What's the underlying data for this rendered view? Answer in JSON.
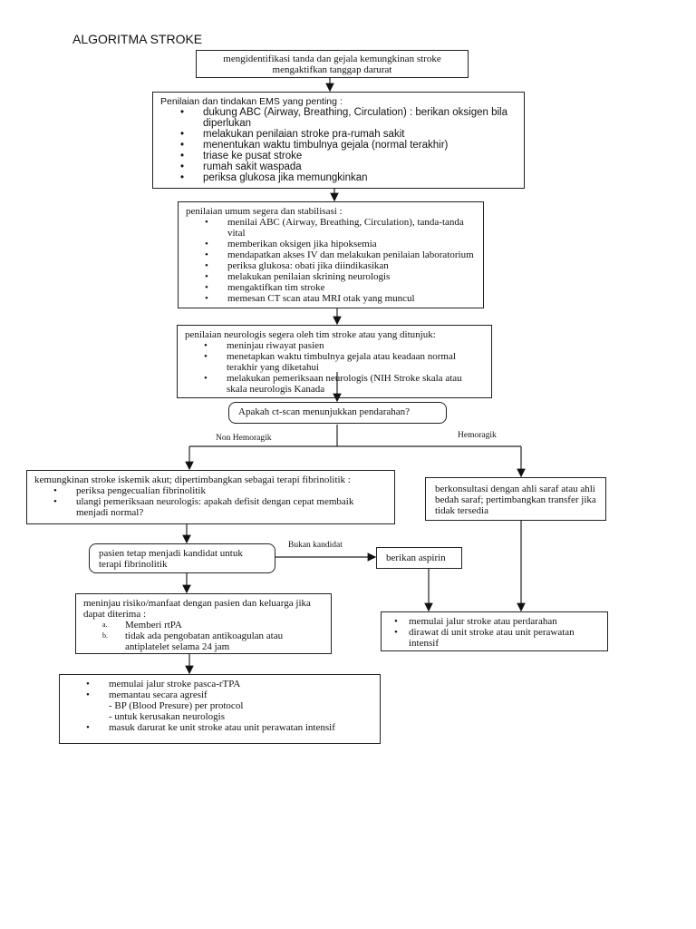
{
  "title": "ALGORITMA STROKE",
  "box1": {
    "lines": [
      "mengidentifikasi tanda dan gejala kemungkinan stroke",
      "mengaktifkan tanggap darurat"
    ]
  },
  "box2": {
    "intro": "Penilaian dan tindakan EMS yang penting :",
    "items": [
      "dukung ABC (Airway, Breathing, Circulation)  : berikan oksigen bila diperlukan",
      "melakukan penilaian stroke pra-rumah sakit",
      "menentukan waktu timbulnya gejala (normal terakhir)",
      "triase ke pusat stroke",
      "rumah sakit waspada",
      "periksa glukosa jika memungkinkan"
    ]
  },
  "box3": {
    "intro": "penilaian umum segera dan stabilisasi :",
    "items": [
      "menilai ABC (Airway, Breathing, Circulation), tanda-tanda vital",
      "memberikan oksigen jika hipoksemia",
      "mendapatkan akses IV dan melakukan penilaian laboratorium",
      "periksa glukosa: obati jika diindikasikan",
      "melakukan penilaian skrining neurologis",
      "mengaktifkan tim stroke",
      "memesan CT scan atau MRI otak yang muncul"
    ]
  },
  "box4": {
    "intro": "penilaian neurologis segera oleh tim stroke atau yang ditunjuk:",
    "items": [
      "meninjau riwayat pasien",
      "menetapkan waktu timbulnya gejala atau keadaan normal terakhir yang diketahui",
      "melakukan pemeriksaan neurologis (NIH Stroke skala atau skala neurologis Kanada"
    ]
  },
  "decision": "Apakah ct-scan menunjukkan pendarahan?",
  "labels": {
    "non_hemoragik": "Non Hemoragik",
    "hemoragik": "Hemoragik",
    "bukan_kandidat": "Bukan kandidat"
  },
  "box6": {
    "intro": "kemungkinan stroke iskemik akut; dipertimbangkan sebagai terapi fibrinolitik :",
    "items": [
      "periksa pengecualian fibrinolitik",
      "ulangi pemeriksaan neurologis: apakah defisit dengan cepat membaik menjadi normal?"
    ]
  },
  "box7": {
    "text": "berkonsultasi dengan ahli saraf atau ahli bedah saraf; pertimbangkan transfer jika tidak tersedia"
  },
  "box8": {
    "text": "pasien tetap menjadi kandidat untuk terapi fibrinolitik"
  },
  "box9": {
    "text": "berikan aspirin"
  },
  "box10": {
    "items": [
      "memulai jalur stroke atau perdarahan",
      "dirawat di unit stroke atau unit perawatan intensif"
    ]
  },
  "box11": {
    "intro": "meninjau risiko/manfaat dengan pasien dan keluarga jika dapat diterima :",
    "items": [
      {
        "marker": "a.",
        "text": "Memberi rtPA"
      },
      {
        "marker": "b.",
        "text": "tidak ada pengobatan antikoagulan atau antiplatelet selama 24 jam"
      }
    ]
  },
  "box12": {
    "lines": [
      "memulai jalur stroke pasca-rTPA",
      "memantau secara agresif",
      "- BP (Blood Presure) per protocol",
      "- untuk kerusakan neurologis",
      "masuk darurat ke unit stroke atau unit perawatan intensif"
    ]
  }
}
